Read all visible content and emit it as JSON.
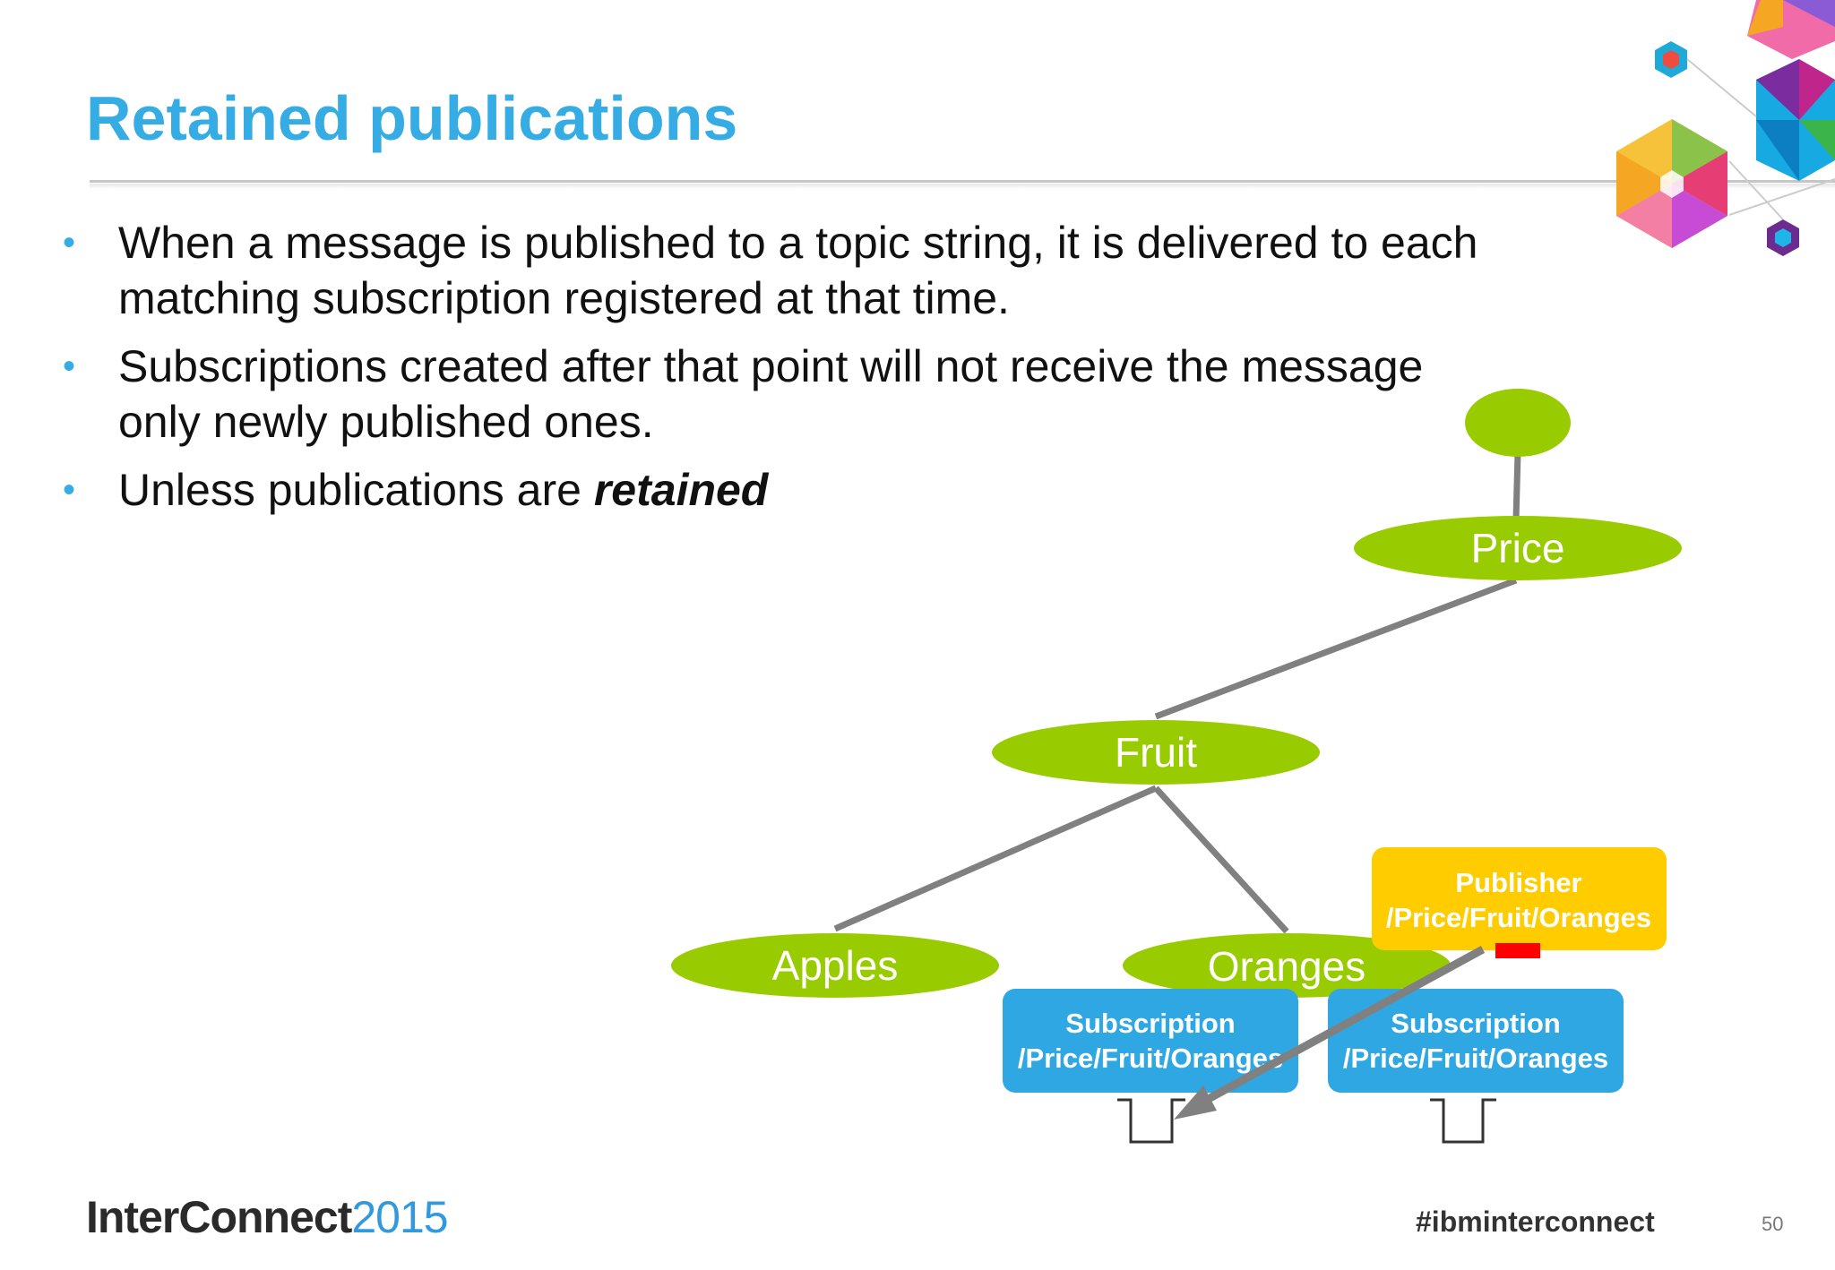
{
  "slide": {
    "title": "Retained publications",
    "bullets": [
      {
        "lines": [
          "When a message is published to a topic string, it is delivered to each",
          "matching subscription registered at that time."
        ]
      },
      {
        "lines": [
          "Subscriptions created after that point will not receive the message",
          "only newly published ones."
        ]
      },
      {
        "text": "Unless publications are ",
        "emphasis": "retained"
      }
    ]
  },
  "diagram": {
    "nodes": {
      "price": "Price",
      "fruit": "Fruit",
      "apples": "Apples",
      "oranges": "Oranges"
    },
    "publisher": {
      "line1": "Publisher",
      "line2": "/Price/Fruit/Oranges"
    },
    "subscriptions": [
      {
        "line1": "Subscription",
        "line2": "/Price/Fruit/Oranges"
      },
      {
        "line1": "Subscription",
        "line2": "/Price/Fruit/Oranges"
      }
    ],
    "colors": {
      "node_green": "#99cc00",
      "subscription_blue": "#2fa7e3",
      "publisher_yellow": "#ffcc00",
      "message_red": "#ff0000",
      "connector_gray": "#808080"
    }
  },
  "footer": {
    "logo_main": "InterConnect",
    "logo_year": "2015",
    "hashtag": "#ibminterconnect",
    "page_number": "50"
  }
}
